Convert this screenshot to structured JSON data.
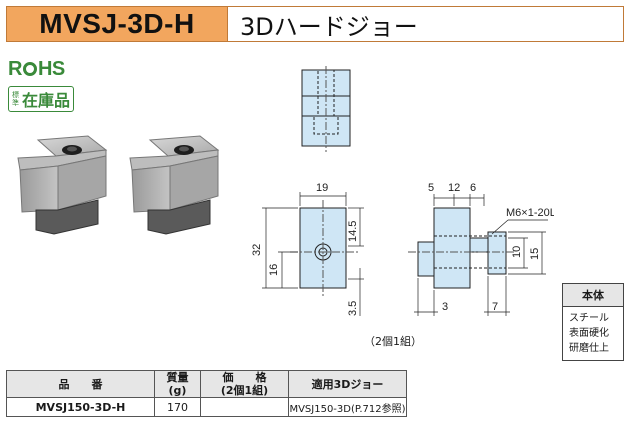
{
  "header": {
    "code": "MVSJ-3D-H",
    "title": "3Dハードジョー"
  },
  "badges": {
    "rohs_r": "R",
    "rohs_hs": "HS",
    "stock_small_1": "標",
    "stock_small_2": "準",
    "stock_large": "在庫品"
  },
  "drawing": {
    "dims_front": [
      "19",
      "14.5",
      "32",
      "16",
      "3.5"
    ],
    "dims_side": [
      "5",
      "12",
      "6",
      "M6×1-20L",
      "10",
      "15",
      "3",
      "7"
    ],
    "note": "（2個1組）"
  },
  "material": {
    "header": "本体",
    "lines": [
      "スチール",
      "表面硬化",
      "研磨仕上"
    ]
  },
  "table": {
    "headers": {
      "part_no": "品　　番",
      "mass_1": "質量",
      "mass_2": "(g)",
      "price_1": "価　　格",
      "price_2": "(2個1組)",
      "applicable": "適用3Dジョー"
    },
    "rows": [
      {
        "part_no": "MVSJ150-3D-H",
        "mass": "170",
        "price": "",
        "applicable": "MVSJ150-3D(P.712参照)"
      }
    ]
  },
  "colors": {
    "header_orange": "#f2a65e",
    "part_blue": "#cfe6f5",
    "rohs_green": "#3a8a3a"
  }
}
